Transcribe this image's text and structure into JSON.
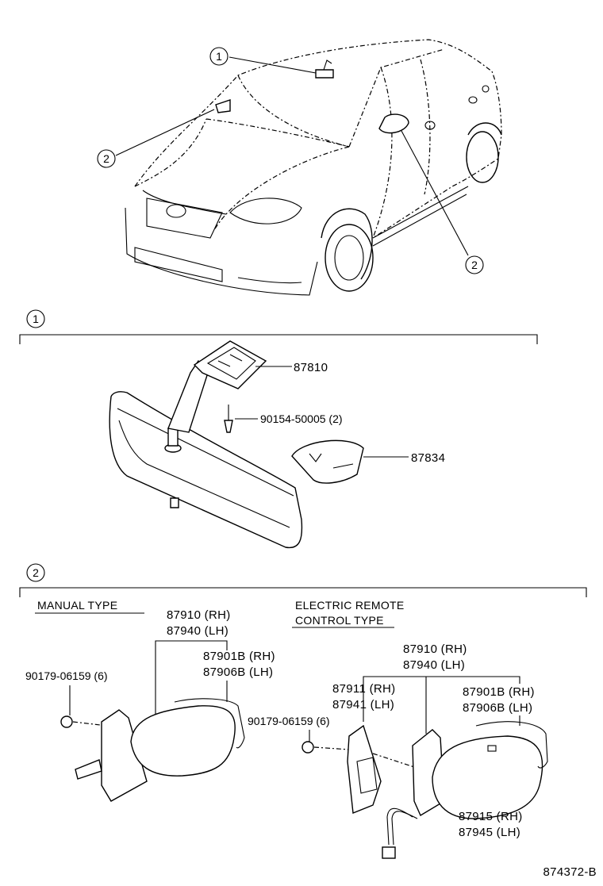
{
  "diagram": {
    "callouts": {
      "one": "1",
      "two": "2"
    },
    "section1": {
      "parts": {
        "bracket": "87810",
        "screw": "90154-50005 (2)",
        "cover": "87834"
      }
    },
    "section2": {
      "manual": {
        "heading": "MANUAL TYPE",
        "mirror_rh": "87910 (RH)",
        "mirror_lh": "87940 (LH)",
        "cover_rh": "87901B (RH)",
        "cover_lh": "87906B (LH)",
        "clip": "90179-06159 (6)"
      },
      "electric": {
        "heading_line1": "ELECTRIC REMOTE",
        "heading_line2": "CONTROL TYPE",
        "mirror_rh": "87910 (RH)",
        "mirror_lh": "87940 (LH)",
        "plate_rh": "87911 (RH)",
        "plate_lh": "87941 (LH)",
        "cover_rh": "87901B (RH)",
        "cover_lh": "87906B (LH)",
        "clip": "90179-06159 (6)",
        "motor_rh": "87915 (RH)",
        "motor_lh": "87945 (LH)"
      }
    },
    "figure_code": "874372-B"
  }
}
